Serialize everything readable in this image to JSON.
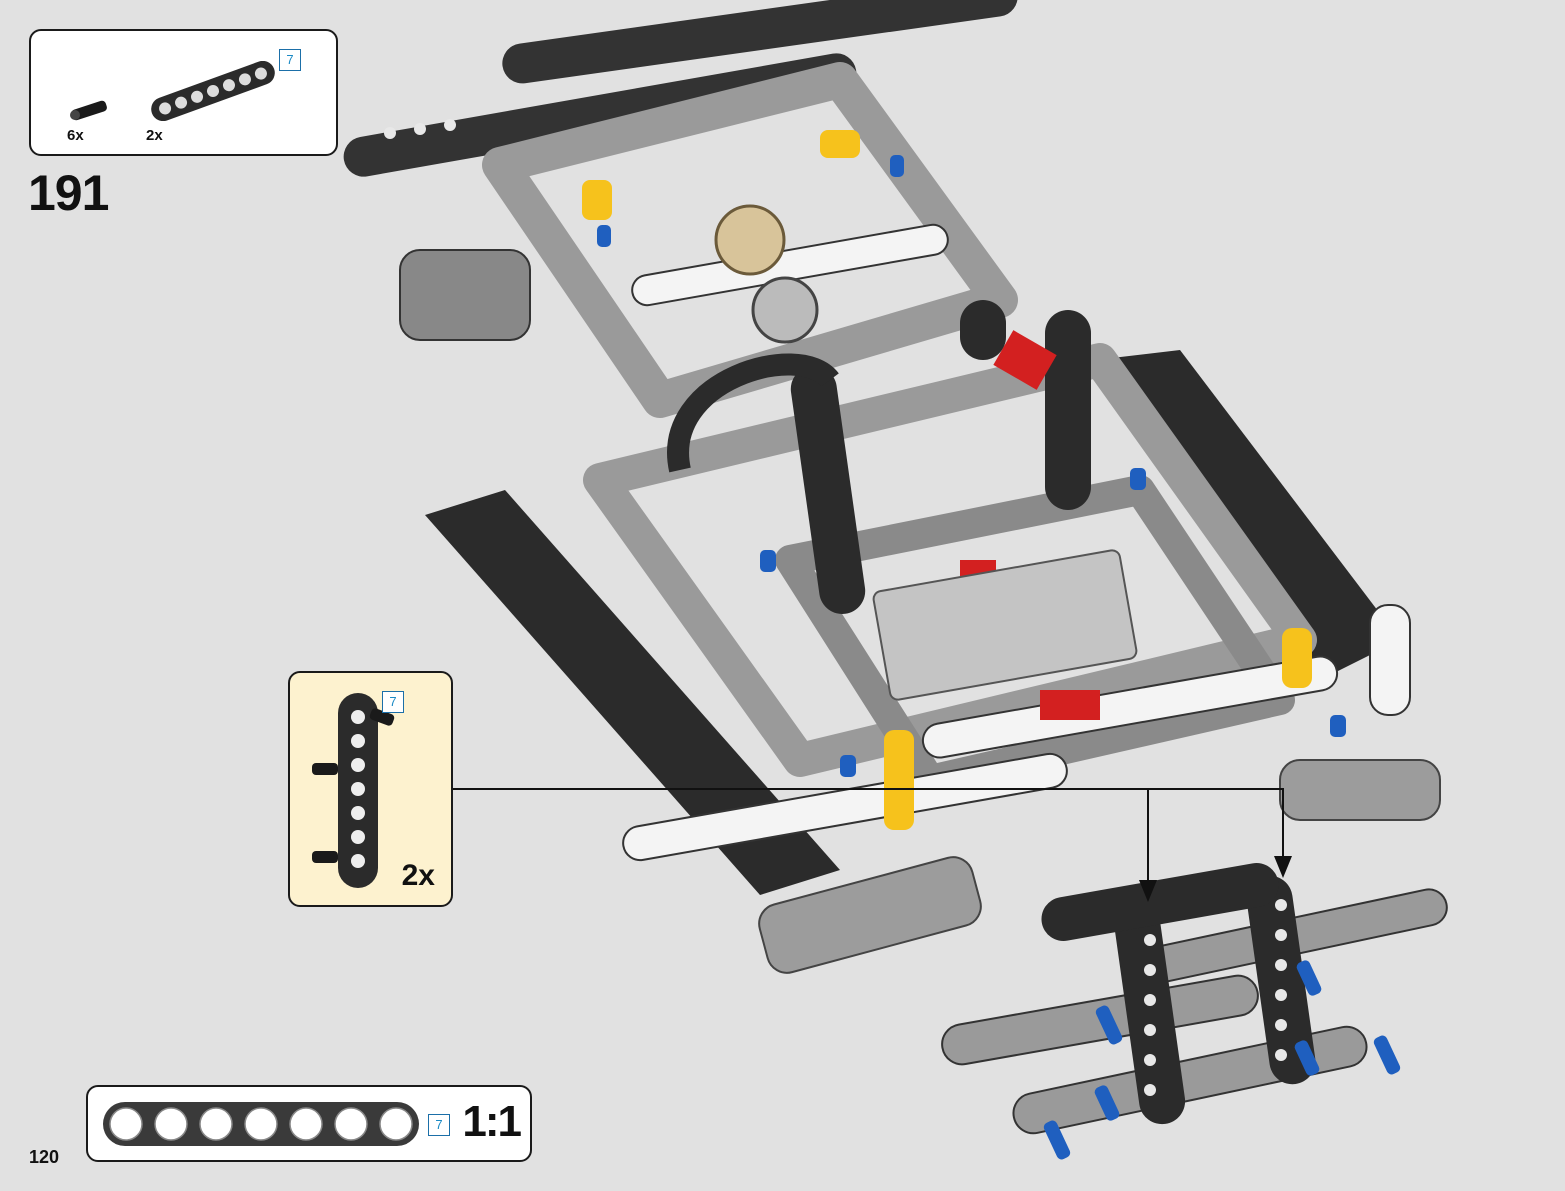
{
  "page": {
    "page_number": "120",
    "step_number": "191"
  },
  "parts_list": {
    "items": [
      {
        "part": "black-friction-pin-axle",
        "quantity": "6x",
        "color": "#1a1a1a"
      },
      {
        "part": "black-beam",
        "quantity": "2x",
        "length": "7",
        "color": "#1a1a1a"
      }
    ]
  },
  "callout": {
    "quantity": "2x",
    "part_length": "7",
    "background": "#fdf2cf"
  },
  "scale_reference": {
    "length": "7",
    "holes": 7,
    "scale_label": "1:1"
  },
  "colors": {
    "background": "#e1e1e1",
    "beam_black": "#2b2b2b",
    "beam_gray": "#9a9a9a",
    "beam_white": "#f4f4f4",
    "pin_blue": "#1f5fbf",
    "accent_yellow": "#f6c21c",
    "accent_red": "#d32020",
    "gear_tan": "#d8c49a",
    "badge_blue": "#1b8ac5"
  },
  "icons": {
    "model": "lego-technic-chassis-illustration",
    "arrow": "arrow-down-icon"
  }
}
